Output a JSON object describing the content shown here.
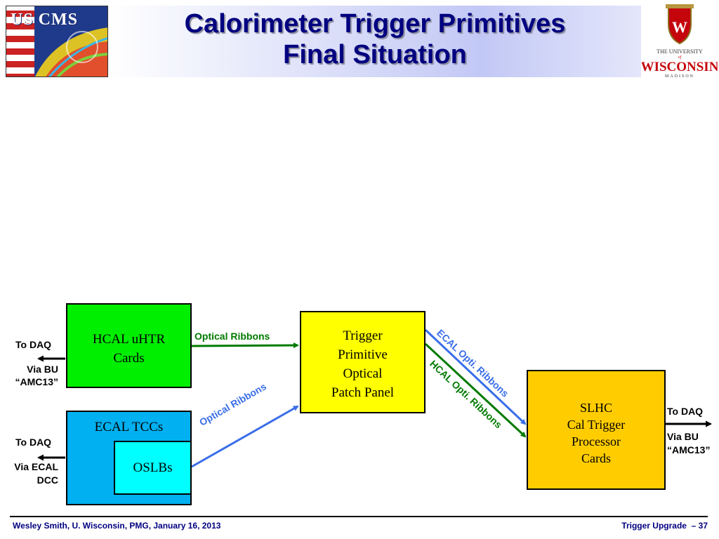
{
  "header": {
    "title_line1": "Calorimeter Trigger Primitives",
    "title_line2": "Final Situation",
    "left_logo_text": "US CMS",
    "right_logo": {
      "line1": "THE UNIVERSITY",
      "line2": "of",
      "line3": "WISCONSIN",
      "line4": "MADISON",
      "shield_letter": "W"
    }
  },
  "diagram": {
    "hcal_box": {
      "line1": "HCAL uHTR",
      "line2": "Cards",
      "color": "#00ee00"
    },
    "ecal_box": {
      "label": "ECAL TCCs",
      "color": "#00b0f0"
    },
    "oslb_box": {
      "label": "OSLBs",
      "color": "#00ffff"
    },
    "patch_box": {
      "line1": "Trigger",
      "line2": "Primitive",
      "line3": "Optical",
      "line4": "Patch Panel",
      "color": "#ffff00"
    },
    "slhc_box": {
      "line1": "SLHC",
      "line2": "Cal Trigger",
      "line3": "Processor",
      "line4": "Cards",
      "color": "#ffcc00"
    },
    "arrows": {
      "hcal_to_patch": "Optical Ribbons",
      "ecal_to_patch": "Optical Ribbons",
      "ecal_to_slhc": "ECAL Opti. Ribbons",
      "hcal_to_slhc": "HCAL Opti. Ribbons"
    },
    "side_labels": {
      "hcal_daq": "To DAQ",
      "hcal_via1": "Via BU",
      "hcal_via2": "“AMC13”",
      "ecal_daq": "To DAQ",
      "ecal_via1": "Via ECAL",
      "ecal_via2": "DCC",
      "slhc_daq": "To DAQ",
      "slhc_via1": "Via BU",
      "slhc_via2": "“AMC13”"
    },
    "colors": {
      "blue_arrow": "#3a6ee8",
      "green_arrow": "#007a00",
      "black_arrow": "#000000"
    }
  },
  "footer": {
    "left": "Wesley Smith, U. Wisconsin, PMG, January 16, 2013",
    "right": "Trigger Upgrade  – 37"
  }
}
